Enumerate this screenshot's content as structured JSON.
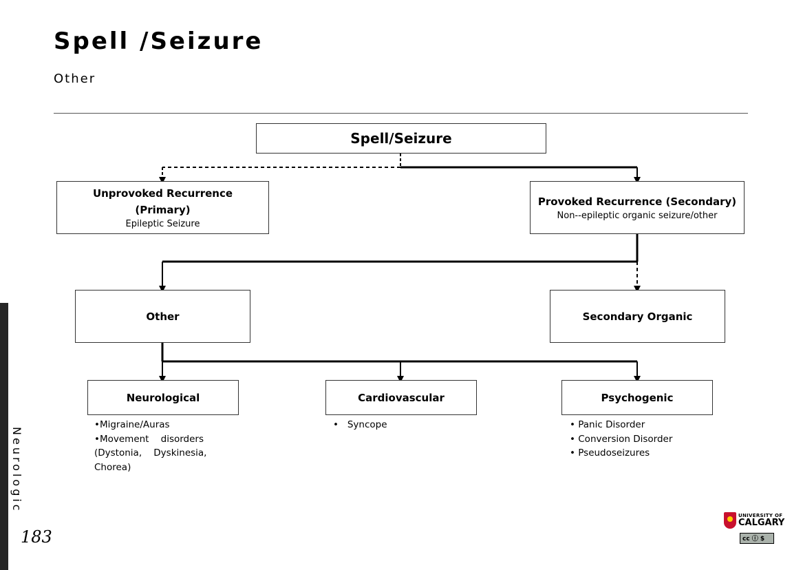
{
  "header": {
    "title": "Spell /Seizure",
    "subtitle": "Other"
  },
  "diagram": {
    "root": {
      "label": "Spell/Seizure"
    },
    "unprovoked": {
      "label_line1": "Unprovoked Recurrence",
      "label_line2": "(Primary)",
      "sub": "Epileptic Seizure"
    },
    "provoked": {
      "label": "Provoked Recurrence (Secondary)",
      "sub": "Non--epileptic organic seizure/other"
    },
    "other": {
      "label": "Other"
    },
    "secondary_organic": {
      "label": "Secondary Organic"
    },
    "neurological": {
      "label": "Neurological",
      "items": [
        "•Migraine/Auras",
        "•Movement    disorders",
        "(Dystonia,    Dyskinesia,",
        "Chorea)"
      ]
    },
    "cardiovascular": {
      "label": "Cardiovascular",
      "items": [
        "•   Syncope"
      ]
    },
    "psychogenic": {
      "label": "Psychogenic",
      "items": [
        "• Panic Disorder",
        "• Conversion Disorder",
        "• Pseudoseizures"
      ]
    }
  },
  "sidebar": {
    "section": "Neurologic",
    "page_number": "183"
  },
  "footer": {
    "logo_top": "UNIVERSITY OF",
    "logo_name": "CALGARY",
    "license": "cc ⓘ $"
  }
}
